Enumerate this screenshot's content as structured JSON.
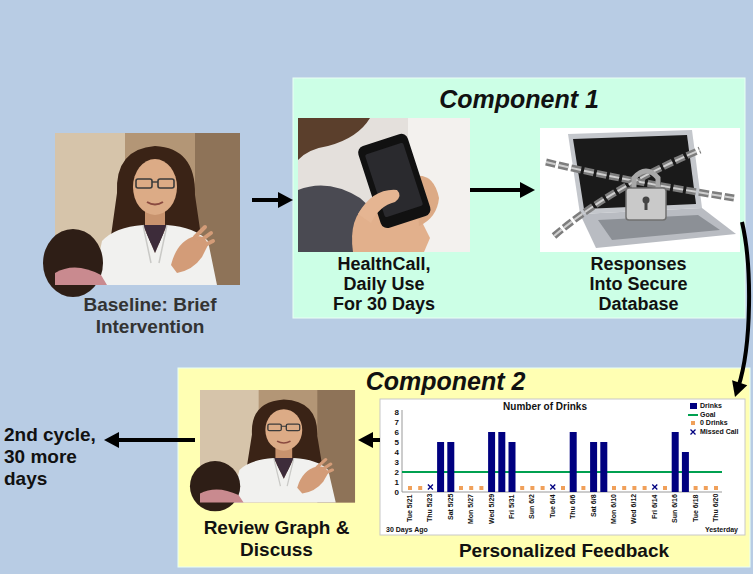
{
  "diagram": {
    "nodes": [
      {
        "text": [
          "Baseline: Brief Intervention"
        ]
      },
      {
        "text": [
          "Component 1"
        ]
      },
      {
        "text": [
          "HealthCall, Daily Use For 30 Days"
        ],
        "in": 1
      },
      {
        "text": [
          "Responses Into Secure Database"
        ],
        "in": 1
      },
      {
        "text": [
          "Component 2"
        ]
      },
      {
        "text": [
          "Review Graph & Discuss"
        ],
        "in": 4
      },
      {
        "text": [
          "Personalized Feedback"
        ],
        "in": 4
      },
      {
        "text": [
          "2nd cycle, 30 more days"
        ]
      }
    ],
    "edges": [
      {
        "from": 0,
        "to": 1,
        "arrow": "to"
      },
      {
        "from": 2,
        "to": 3,
        "arrow": "to"
      },
      {
        "from": 3,
        "to": 6,
        "arrow": "to"
      },
      {
        "from": 6,
        "to": 5,
        "arrow": "to"
      },
      {
        "from": 5,
        "to": 7,
        "arrow": "to"
      }
    ],
    "labels": [
      "Number of Drinks",
      "8",
      "7",
      "6",
      "5",
      "4",
      "3",
      "2",
      "1",
      "0",
      "Tue 5/21",
      "Thu 5/23",
      "Sat 5/25",
      "Mon 5/27",
      "Wed 5/29",
      "Fri 5/31",
      "Sun 6/2",
      "Tue 6/4",
      "Thu 6/6",
      "Sat 6/8",
      "Mon 6/10",
      "Wed 6/12",
      "Fri 6/14",
      "Sun 6/16",
      "Tue 6/18",
      "Thu 6/20",
      "30 Days Ago",
      "Yesterday"
    ],
    "legend": [
      {
        "text": "Drinks",
        "color": "#000080"
      },
      {
        "text": "Goal"
      },
      {
        "text": "0 Drinks",
        "color": "#f0a05a"
      },
      {
        "text": "Missed Call"
      }
    ]
  }
}
